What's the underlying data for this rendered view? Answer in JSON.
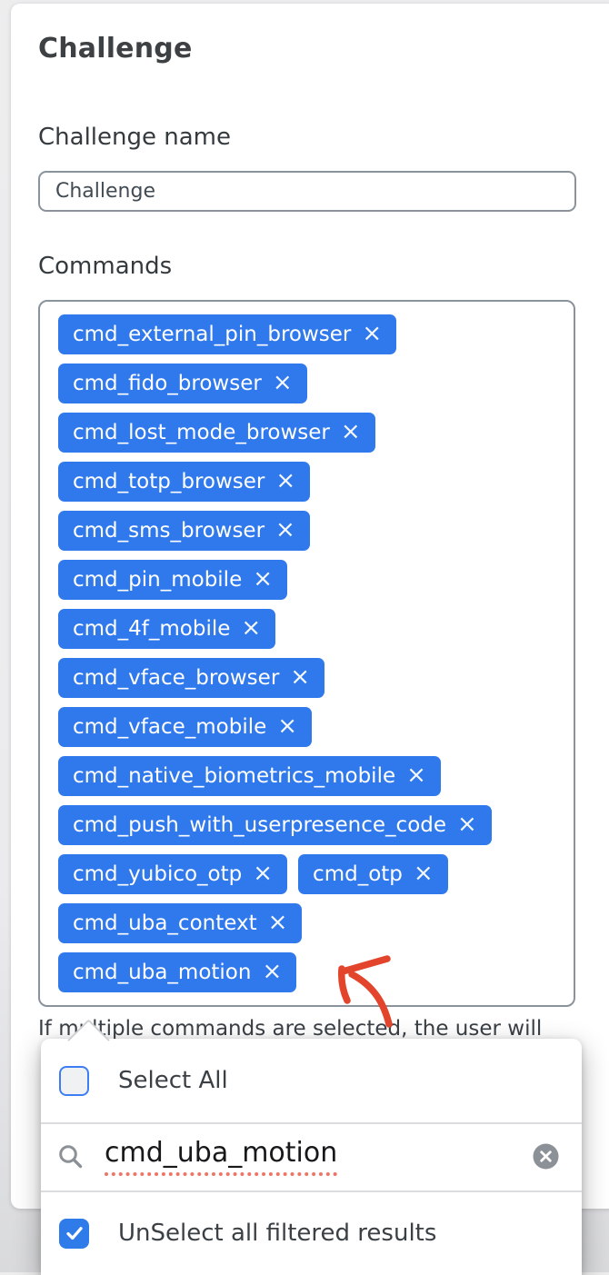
{
  "page": {
    "title": "Challenge"
  },
  "form": {
    "name_field": {
      "label": "Challenge name",
      "value": "Challenge"
    },
    "commands_field": {
      "label": "Commands",
      "remove_icon": "×",
      "chip_rows": [
        [
          "cmd_external_pin_browser"
        ],
        [
          "cmd_fido_browser"
        ],
        [
          "cmd_lost_mode_browser"
        ],
        [
          "cmd_totp_browser"
        ],
        [
          "cmd_sms_browser"
        ],
        [
          "cmd_pin_mobile"
        ],
        [
          "cmd_4f_mobile"
        ],
        [
          "cmd_vface_browser"
        ],
        [
          "cmd_vface_mobile"
        ],
        [
          "cmd_native_biometrics_mobile"
        ],
        [
          "cmd_push_with_userpresence_code"
        ],
        [
          "cmd_yubico_otp",
          "cmd_otp"
        ],
        [
          "cmd_uba_context"
        ],
        [
          "cmd_uba_motion"
        ]
      ],
      "help_text": "If multiple commands are selected, the user will"
    }
  },
  "dropdown": {
    "select_all": {
      "label": "Select All",
      "checked": false
    },
    "search": {
      "value": "cmd_uba_motion"
    },
    "unselect_filtered": {
      "label": "UnSelect all filtered results",
      "checked": true
    }
  },
  "annotations": {
    "arrow_color": "#e3452c"
  },
  "colors": {
    "chip_blue": "#3079ec",
    "checkbox_blue": "#2f7be9",
    "checkbox_border_blue": "#3d7ef5",
    "input_border": "#8a939b",
    "icon_gray": "#8b9196"
  }
}
